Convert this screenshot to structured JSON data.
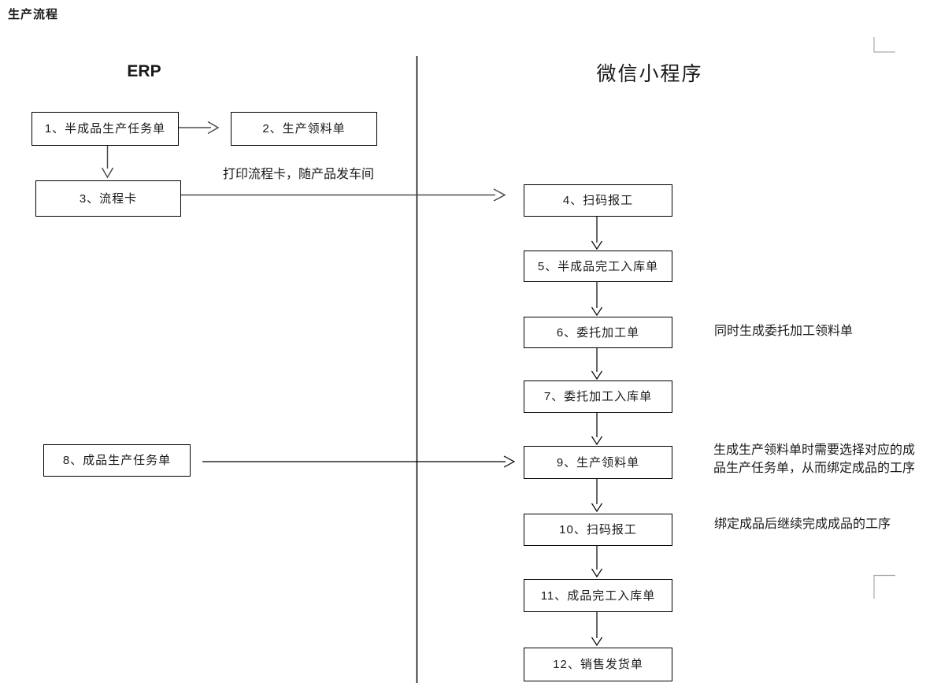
{
  "title": "生产流程",
  "headers": {
    "left": "ERP",
    "right": "微信小程序"
  },
  "boxes": [
    {
      "label": "1、半成品生产任务单"
    },
    {
      "label": "2、生产领料单"
    },
    {
      "label": "3、流程卡"
    },
    {
      "label": "4、扫码报工"
    },
    {
      "label": "5、半成品完工入库单"
    },
    {
      "label": "6、委托加工单"
    },
    {
      "label": "7、委托加工入库单"
    },
    {
      "label": "8、成品生产任务单"
    },
    {
      "label": "9、生产领料单"
    },
    {
      "label": "10、扫码报工"
    },
    {
      "label": "11、成品完工入库单"
    },
    {
      "label": "12、销售发货单"
    }
  ],
  "annotations": {
    "print_card": "打印流程卡，随产品发车间",
    "consignment": "同时生成委托加工领料单",
    "requisition": "生成生产领料单时需要选择对应的成\n品生产任务单，从而绑定成品的工序",
    "binding": "绑定成品后继续完成成品的工序"
  },
  "colors": {
    "line_black": "#000000",
    "arrow_gray": "#4d4d4d",
    "corner_mark": "#aaaaaa",
    "text": "#1a1a1a"
  }
}
